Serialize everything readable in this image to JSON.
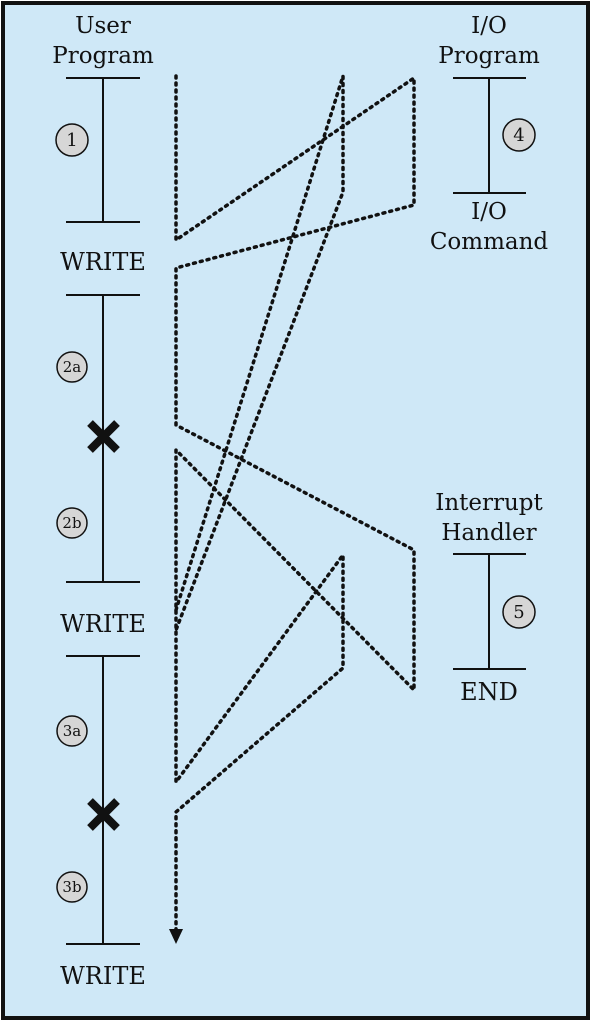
{
  "colors": {
    "background": "#cfe8f7",
    "border": "#111111",
    "circle_fill": "#d6d6d6"
  },
  "user_program": {
    "title_line1": "User",
    "title_line2": "Program",
    "write_1": "WRITE",
    "write_2": "WRITE",
    "write_3": "WRITE",
    "step_1": "1",
    "step_2a": "2a",
    "step_2b": "2b",
    "step_3a": "3a",
    "step_3b": "3b"
  },
  "io_program": {
    "title_line1": "I/O",
    "title_line2": "Program",
    "command_line1": "I/O",
    "command_line2": "Command",
    "step_4": "4"
  },
  "interrupt_handler": {
    "title_line1": "Interrupt",
    "title_line2": "Handler",
    "end_label": "END",
    "step_5": "5"
  },
  "icons": {
    "interrupt_marker": "x-mark-icon",
    "flow_end": "arrowhead-down-icon"
  }
}
